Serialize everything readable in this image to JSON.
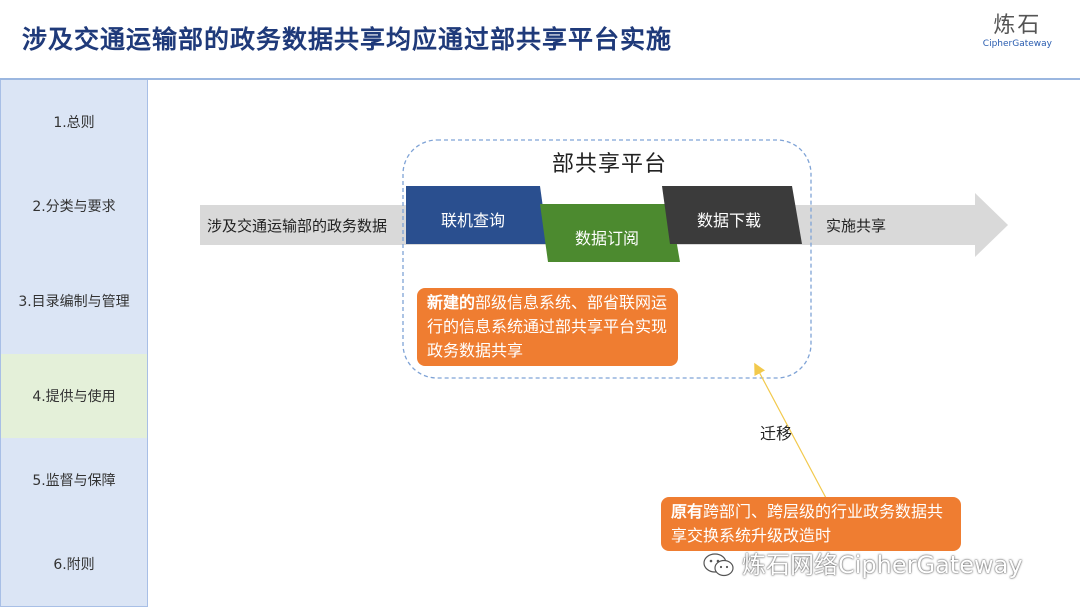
{
  "header": {
    "title": "涉及交通运输部的政务数据共享均应通过部共享平台实施",
    "logo_cn": "炼石",
    "logo_en": "CipherGateway"
  },
  "sidebar": {
    "items": [
      {
        "label": "1.总则"
      },
      {
        "label": "2.分类与要求"
      },
      {
        "label": "3.目录编制与管理"
      },
      {
        "label": "4.提供与使用"
      },
      {
        "label": "5.监督与保障"
      },
      {
        "label": "6.附则"
      }
    ],
    "active_index": 3
  },
  "diagram": {
    "input_label": "涉及交通运输部的政务数据",
    "output_label": "实施共享",
    "platform_title": "部共享平台",
    "steps": [
      {
        "label": "联机查询",
        "color": "#2a4f8f"
      },
      {
        "label": "数据订阅",
        "color": "#4c8a2f"
      },
      {
        "label": "数据下载",
        "color": "#3b3b3b"
      }
    ],
    "callout_new": {
      "bold": "新建的",
      "text": "部级信息系统、部省联网运行的信息系统通过部共享平台实现政务数据共享"
    },
    "migrate_label": "迁移",
    "callout_old": {
      "bold": "原有",
      "text": "跨部门、跨层级的行业政务数据共享交换系统升级改造时"
    }
  },
  "watermark": "炼石网络CipherGateway",
  "colors": {
    "title": "#1f3a7a",
    "sidebar_bg": "#dbe5f5",
    "sidebar_active_bg": "#e4f0d9",
    "arrow_gray": "#d9d9d9",
    "callout_orange": "#ef7d31",
    "dashed_border": "#7fa3d6"
  }
}
